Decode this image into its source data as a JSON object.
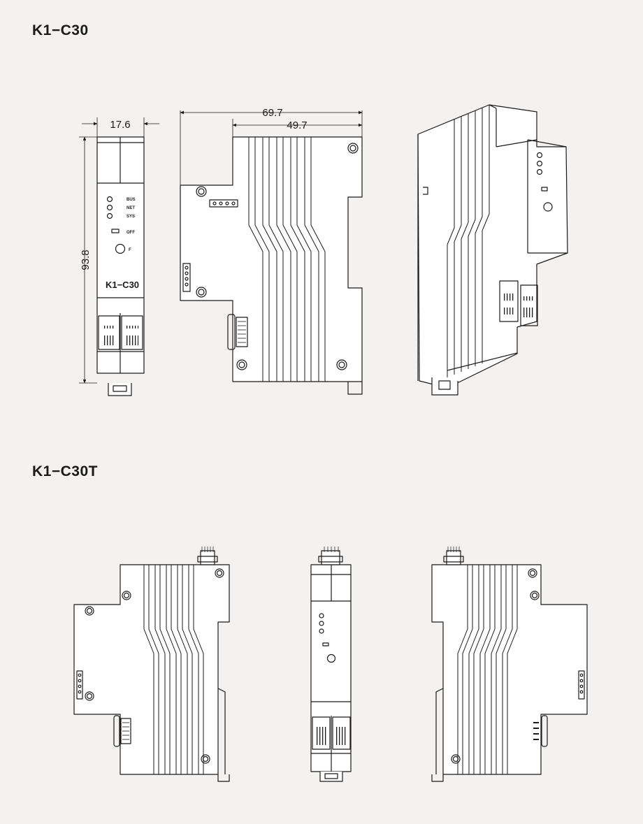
{
  "models": {
    "c30": "K1−C30",
    "c30t": "K1−C30T"
  },
  "dimensions": {
    "width": "17.6",
    "height": "93.8",
    "depth_total": "69.7",
    "depth_upper": "49.7"
  },
  "panel_labels": {
    "bus": "BUS",
    "net": "NET",
    "sys": "SYS",
    "off": "OFF",
    "f": "F",
    "brand": "K1−C30"
  },
  "colors": {
    "background": "#f3f2f1",
    "line": "#1a1a1a",
    "body_fill": "#ffffff"
  },
  "icons": [
    "led-indicator-icon",
    "dip-switch-icon",
    "reset-button-icon",
    "rj45-port-icon",
    "antenna-connector-icon",
    "din-clip-icon"
  ]
}
